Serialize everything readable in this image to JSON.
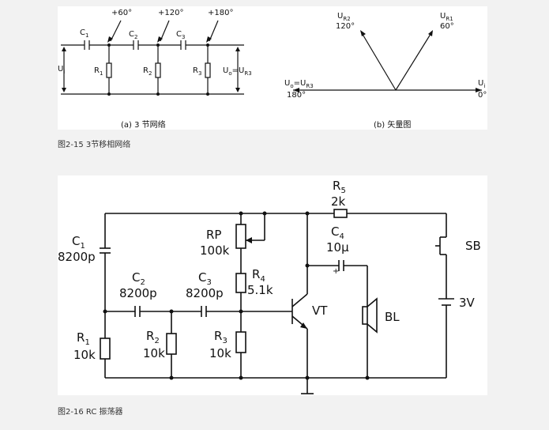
{
  "figure1": {
    "caption": "图2-15 3节移相网络",
    "subfig_a": {
      "label": "(a) 3 节网络",
      "phase_labels": [
        "+60°",
        "+120°",
        "+180°"
      ],
      "capacitors": [
        {
          "name": "C",
          "sub": "1"
        },
        {
          "name": "C",
          "sub": "2"
        },
        {
          "name": "C",
          "sub": "3"
        }
      ],
      "resistors": [
        {
          "name": "R",
          "sub": "1"
        },
        {
          "name": "R",
          "sub": "2"
        },
        {
          "name": "R",
          "sub": "3"
        }
      ],
      "input": {
        "name": "U",
        "sub": "i"
      },
      "output": {
        "name": "U",
        "sub": "o",
        "eq": "=U",
        "eq_sub": "R3"
      }
    },
    "subfig_b": {
      "label": "(b) 矢量图",
      "vectors": [
        {
          "name": "U",
          "sub": "R2",
          "angle": "120°"
        },
        {
          "name": "U",
          "sub": "R1",
          "angle": "60°"
        },
        {
          "name": "U",
          "sub": "o",
          "eq": "=U",
          "eq_sub": "R3",
          "angle": "180°"
        },
        {
          "name": "U",
          "sub": "i",
          "angle": "0°"
        }
      ]
    }
  },
  "figure2": {
    "caption": "图2-16 RC 振荡器",
    "components": {
      "r5": {
        "name": "R",
        "sub": "5",
        "value": "2k"
      },
      "c4": {
        "name": "C",
        "sub": "4",
        "value": "10μ"
      },
      "rp": {
        "name": "RP",
        "value": "100k"
      },
      "r4": {
        "name": "R",
        "sub": "4",
        "value": "5.1k"
      },
      "c1": {
        "name": "C",
        "sub": "1",
        "value": "8200p"
      },
      "c2": {
        "name": "C",
        "sub": "2",
        "value": "8200p"
      },
      "c3": {
        "name": "C",
        "sub": "3",
        "value": "8200p"
      },
      "r1": {
        "name": "R",
        "sub": "1",
        "value": "10k"
      },
      "r2": {
        "name": "R",
        "sub": "2",
        "value": "10k"
      },
      "r3": {
        "name": "R",
        "sub": "3",
        "value": "10k"
      },
      "vt": {
        "name": "VT"
      },
      "bl": {
        "name": "BL"
      },
      "sb": {
        "name": "SB"
      },
      "battery": {
        "value": "3V"
      }
    }
  }
}
